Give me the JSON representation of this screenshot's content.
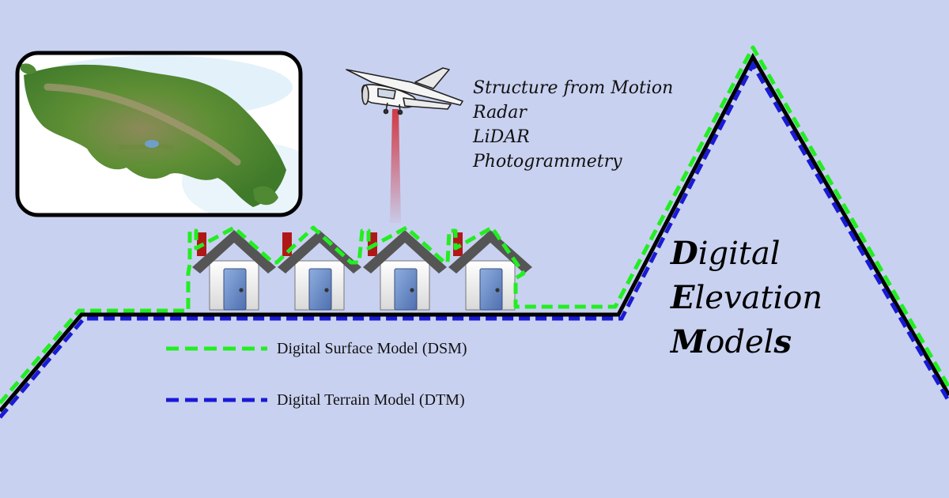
{
  "methods": {
    "items": [
      "Structure from Motion",
      "Radar",
      "LiDAR",
      "Photogrammetry"
    ]
  },
  "legend": {
    "dsm": {
      "label": "Digital Surface Model (DSM)",
      "color": "#22ee22"
    },
    "dtm": {
      "label": "Digital Terrain Model (DTM)",
      "color": "#1a1ad6"
    }
  },
  "title": {
    "line1_initial": "D",
    "line1_rest": "igital",
    "line2_initial": "E",
    "line2_rest": "levation",
    "line3_initial": "M",
    "line3_rest": "odel",
    "line3_suffix": "s"
  },
  "colors": {
    "background": "#c9d1f0",
    "terrain": "#000000",
    "roof": "#555555",
    "chimney": "#b01818",
    "door": "#6f8fcc",
    "laser": "#d0303a"
  },
  "icons": [
    "relief-map-image",
    "airplane-icon",
    "house-icon"
  ]
}
